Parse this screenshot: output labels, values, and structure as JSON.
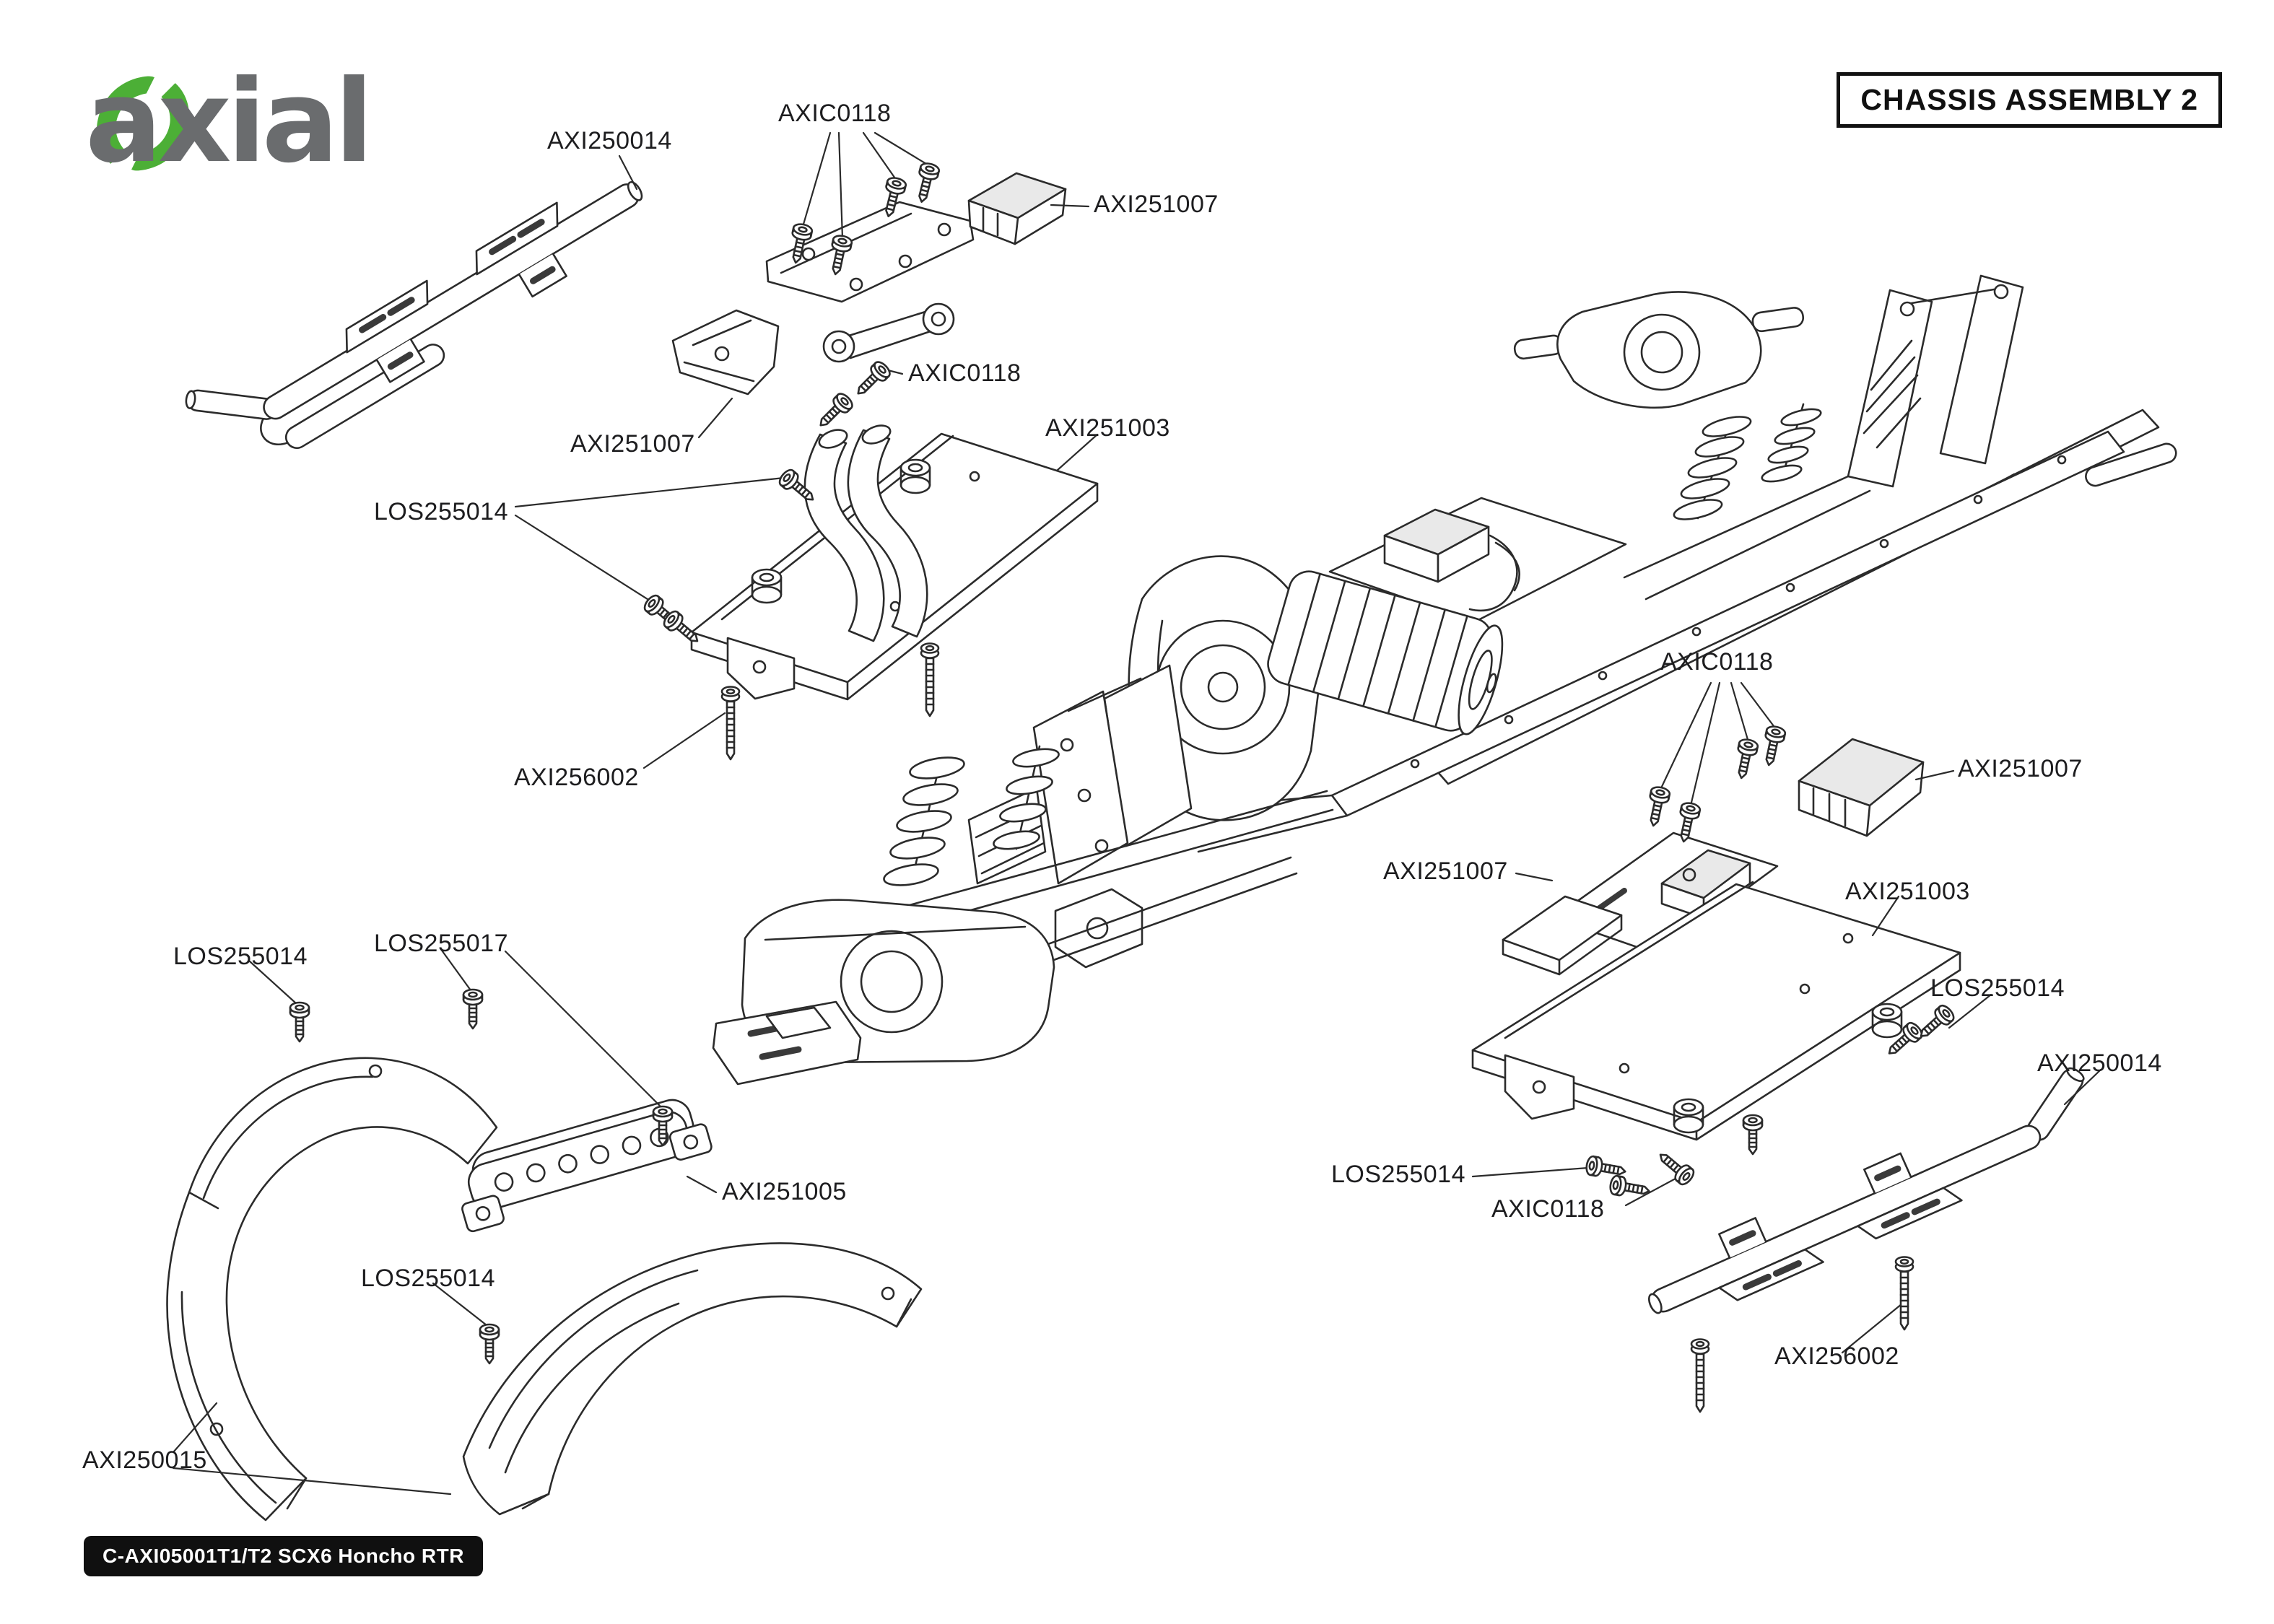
{
  "brand": {
    "logo_text": "axial",
    "logo_icon": "axial-claw-icon"
  },
  "header": {
    "title": "CHASSIS ASSEMBLY 2"
  },
  "footer": {
    "badge": "C-AXI05001T1/T2 SCX6 Honcho RTR"
  },
  "colors": {
    "brand_green": "#4caf36",
    "brand_gray": "#6a6c6e",
    "line": "#2b2b2b"
  },
  "callouts": [
    {
      "part": "AXI250014"
    },
    {
      "part": "AXIC0118"
    },
    {
      "part": "AXI251007"
    },
    {
      "part": "AXIC0118"
    },
    {
      "part": "AXI251003"
    },
    {
      "part": "AXI251007"
    },
    {
      "part": "LOS255014"
    },
    {
      "part": "AXI256002"
    },
    {
      "part": "AXIC0118"
    },
    {
      "part": "AXI251007"
    },
    {
      "part": "AXI251007"
    },
    {
      "part": "AXI251003"
    },
    {
      "part": "LOS255014"
    },
    {
      "part": "LOS255017"
    },
    {
      "part": "LOS255014"
    },
    {
      "part": "AXI250014"
    },
    {
      "part": "AXI251005"
    },
    {
      "part": "LOS255014"
    },
    {
      "part": "AXIC0118"
    },
    {
      "part": "LOS255014"
    },
    {
      "part": "AXI256002"
    },
    {
      "part": "AXI250015"
    }
  ]
}
